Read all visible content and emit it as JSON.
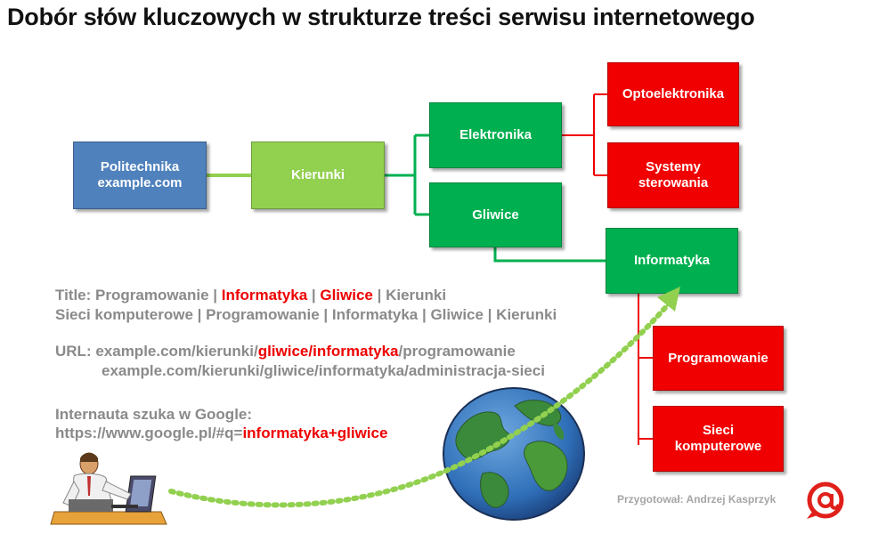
{
  "title": "Dobór słów kluczowych w strukturze treści serwisu internetowego",
  "nodes": {
    "root": "Politechnika\nexample.com",
    "kierunki": "Kierunki",
    "elektronika": "Elektronika",
    "gliwice": "Gliwice",
    "optoelektronika": "Optoelektronika",
    "systemy": "Systemy\nsterowania",
    "informatyka": "Informatyka",
    "programowanie": "Programowanie",
    "sieci": "Sieci\nkomputerowe"
  },
  "colors": {
    "blue": "#4f81bd",
    "light_green": "#92d050",
    "green": "#00b050",
    "red": "#f00000",
    "highlight": "#ee0000",
    "gray_text": "#8a8a8a"
  },
  "title_block": {
    "label": "Title: ",
    "line1_a": "Programowanie | ",
    "line1_hl1": "Informatyka",
    "line1_sep": " | ",
    "line1_hl2": "Gliwice",
    "line1_b": " | Kierunki",
    "line2": "Sieci komputerowe | Programowanie | Informatyka | Gliwice | Kierunki"
  },
  "url_block": {
    "label": "URL: ",
    "line1_a": "example.com/kierunki/",
    "line1_hl": "gliwice/informatyka",
    "line1_b": "/programowanie",
    "line2": "example.com/kierunki/gliwice/informatyka/administracja-sieci"
  },
  "search_block": {
    "line1": "Internauta szuka w Google:",
    "line2_a": "https://www.google.pl/#q=",
    "line2_hl": "informatyka+gliwice"
  },
  "credit": "Przygotował: Andrzej Kasprzyk",
  "icons": [
    "globe-icon",
    "person-at-computer-icon",
    "at-sign-icon"
  ]
}
